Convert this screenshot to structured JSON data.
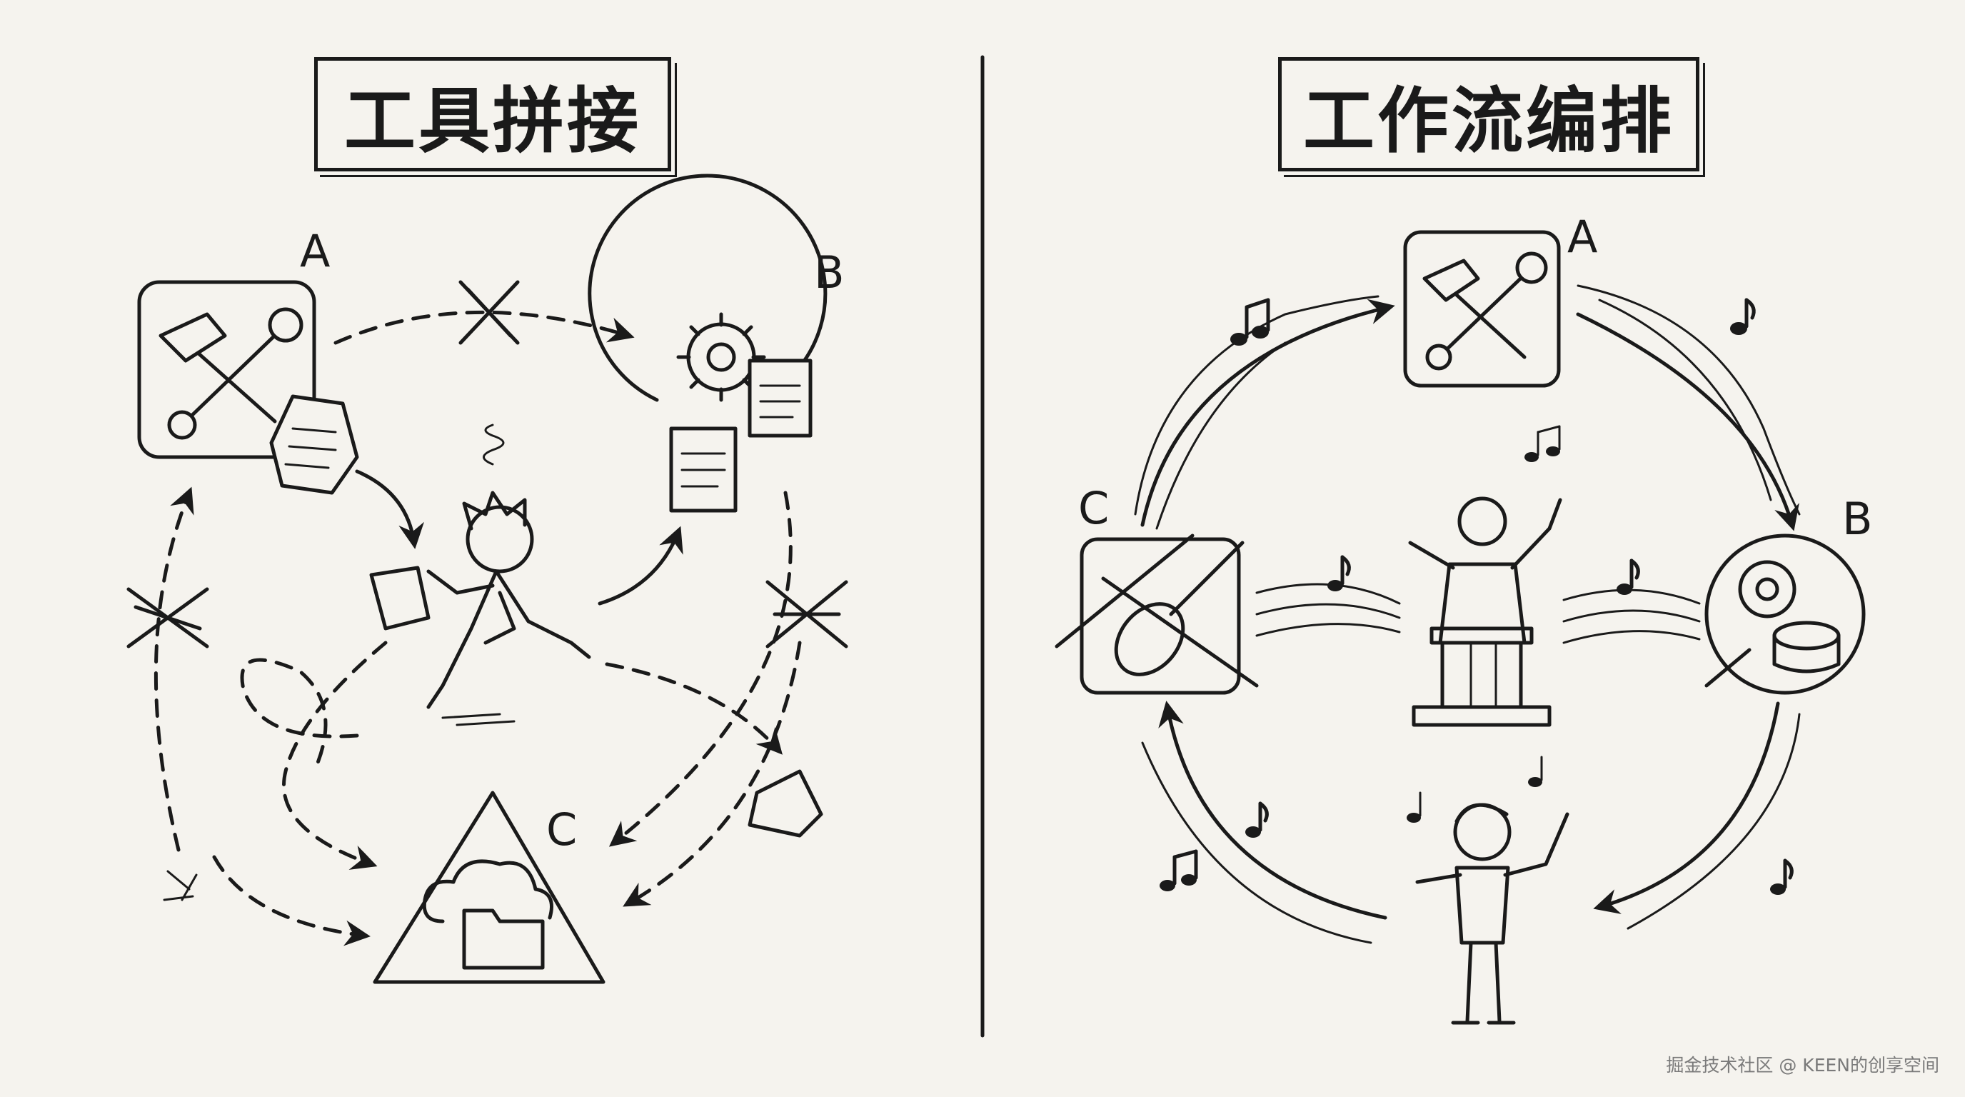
{
  "left_panel": {
    "title": "工具拼接",
    "nodes": {
      "a": "A",
      "b": "B",
      "c": "C"
    }
  },
  "right_panel": {
    "title": "工作流编排",
    "nodes": {
      "a": "A",
      "b": "B",
      "c": "C"
    }
  },
  "watermark": "掘金技术社区 @ KEEN的创享空间",
  "icons": [
    "hammer-wrench-icon",
    "gear-document-icon",
    "cloud-folder-icon",
    "stressed-person-icon",
    "conductor-icon",
    "violin-flute-icon",
    "gear-drum-icon",
    "music-note-icon",
    "cross-mark-icon"
  ]
}
